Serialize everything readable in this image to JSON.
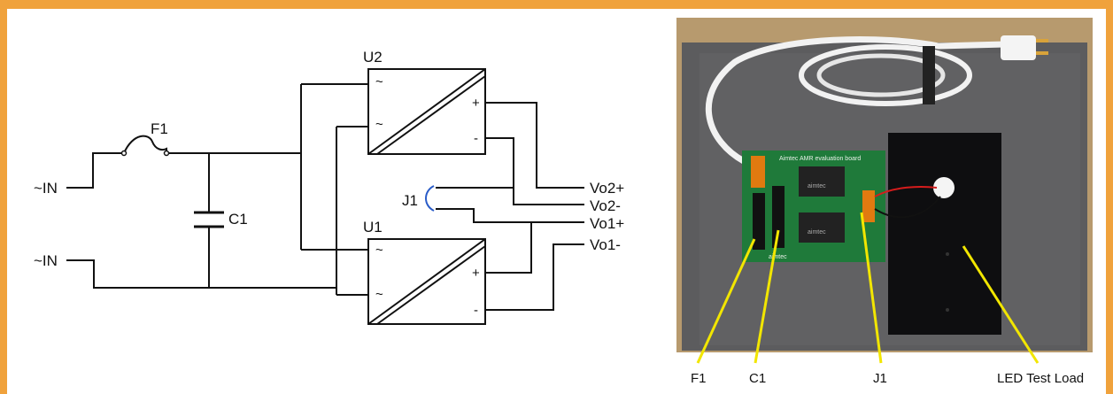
{
  "colors": {
    "frame": "#f0a23c",
    "pcb": "#1f7a3a",
    "pointer": "#f2e600"
  },
  "schematic": {
    "in_top": "~IN",
    "in_bottom": "~IN",
    "fuse": "F1",
    "cap": "C1",
    "jumper": "J1",
    "u2": "U2",
    "u1": "U1",
    "u2_in1": "~",
    "u2_in2": "~",
    "u1_in1": "~",
    "u1_in2": "~",
    "u2_plus": "+",
    "u2_minus": "-",
    "u1_plus": "+",
    "u1_minus": "-",
    "vo2p": "Vo2+",
    "vo2m": "Vo2-",
    "vo1p": "Vo1+",
    "vo1m": "Vo1-"
  },
  "photo": {
    "labels": [
      "F1",
      "C1",
      "J1",
      "LED Test Load"
    ],
    "board_text": "Aimtec AMR evaluation board",
    "module_brand_1": "aimtec",
    "module_brand_2": "aimtec",
    "corner_brand": "aimtec"
  }
}
